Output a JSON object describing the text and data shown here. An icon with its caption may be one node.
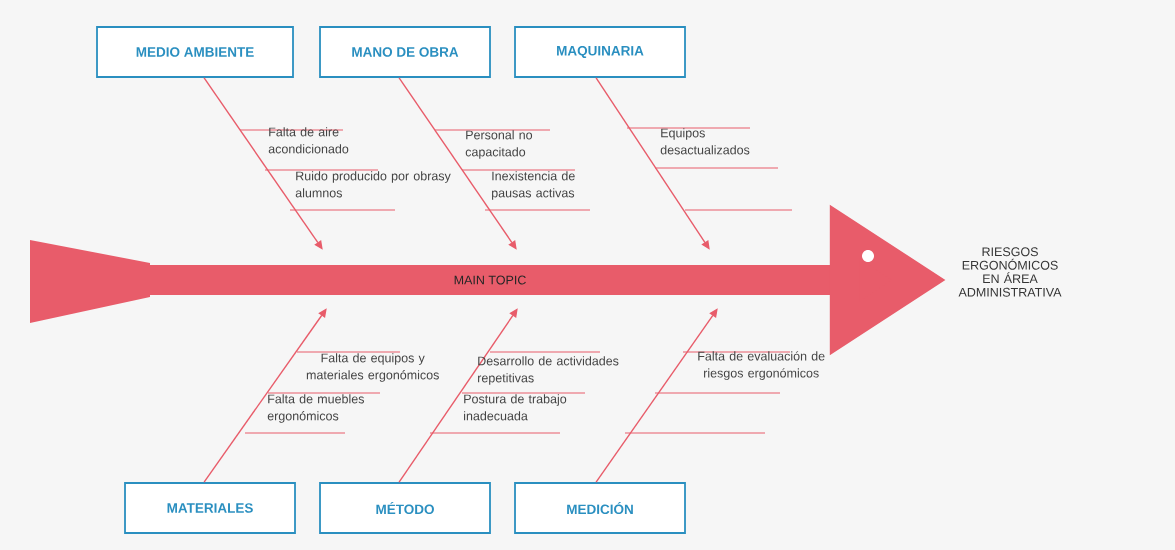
{
  "diagram": {
    "nodes": [
      {
        "text": [
          "MEDIO  AMBIENTE"
        ]
      },
      {
        "text": [
          "MANO DE OBRA"
        ]
      },
      {
        "text": [
          "MAQUINARIA"
        ]
      },
      {
        "text": [
          "MATERIALES"
        ]
      },
      {
        "text": [
          "MÉTODO"
        ]
      },
      {
        "text": [
          "MEDICIÓN"
        ]
      },
      {
        "text": [
          "MAIN TOPIC"
        ]
      },
      {
        "text": [
          "RIESGOS ERGONÓMICOS EN ÁREA ADMINISTRATIVA"
        ]
      }
    ],
    "edges": [
      {
        "from": 0,
        "to": 6,
        "arrow": "to"
      },
      {
        "from": 1,
        "to": 6,
        "arrow": "to"
      },
      {
        "from": 2,
        "to": 6,
        "arrow": "to"
      },
      {
        "from": 3,
        "to": 6,
        "arrow": "to"
      },
      {
        "from": 4,
        "to": 6,
        "arrow": "to"
      },
      {
        "from": 5,
        "to": 6,
        "arrow": "to"
      },
      {
        "from": 6,
        "to": 7,
        "arrow": "to",
        "style": "thick"
      }
    ],
    "labels": [
      "Falta de aire acondicionado",
      "Ruido producido por obrasy alumnos",
      "Personal no capacitado",
      "Inexistencia de pausas activas",
      "Equipos desactualizados",
      "Falta de equipos y materiales ergonómicos",
      "Desarrollo de actividades repetitivas",
      "Falta de evaluación de riesgos ergonómicos",
      "Falta de muebles ergonómicos",
      "Postura de trabajo inadecuada"
    ]
  }
}
